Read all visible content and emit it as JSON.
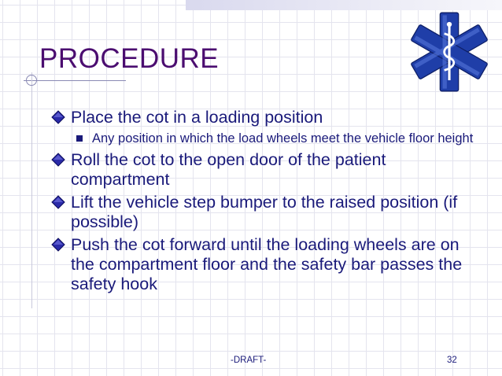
{
  "slide": {
    "title": "PROCEDURE",
    "bullets": [
      {
        "text": "Place the cot in a loading position",
        "sub": [
          "Any position in which the load wheels meet the vehicle floor height"
        ]
      },
      {
        "text": "Roll the cot to the open door of the patient compartment"
      },
      {
        "text": "Lift the vehicle step bumper to the raised position (if possible)"
      },
      {
        "text": "Push the cot forward until the loading wheels are on the compartment floor and the safety bar passes the safety hook"
      }
    ],
    "footer": {
      "draft": "-DRAFT-",
      "page_number": "32"
    },
    "logo_icon": "star-of-life-icon",
    "bullet_icon": "diamond-bullet-icon",
    "colors": {
      "title": "#4b0d70",
      "text": "#1a1a7a",
      "logo": "#1f3ea8"
    }
  }
}
